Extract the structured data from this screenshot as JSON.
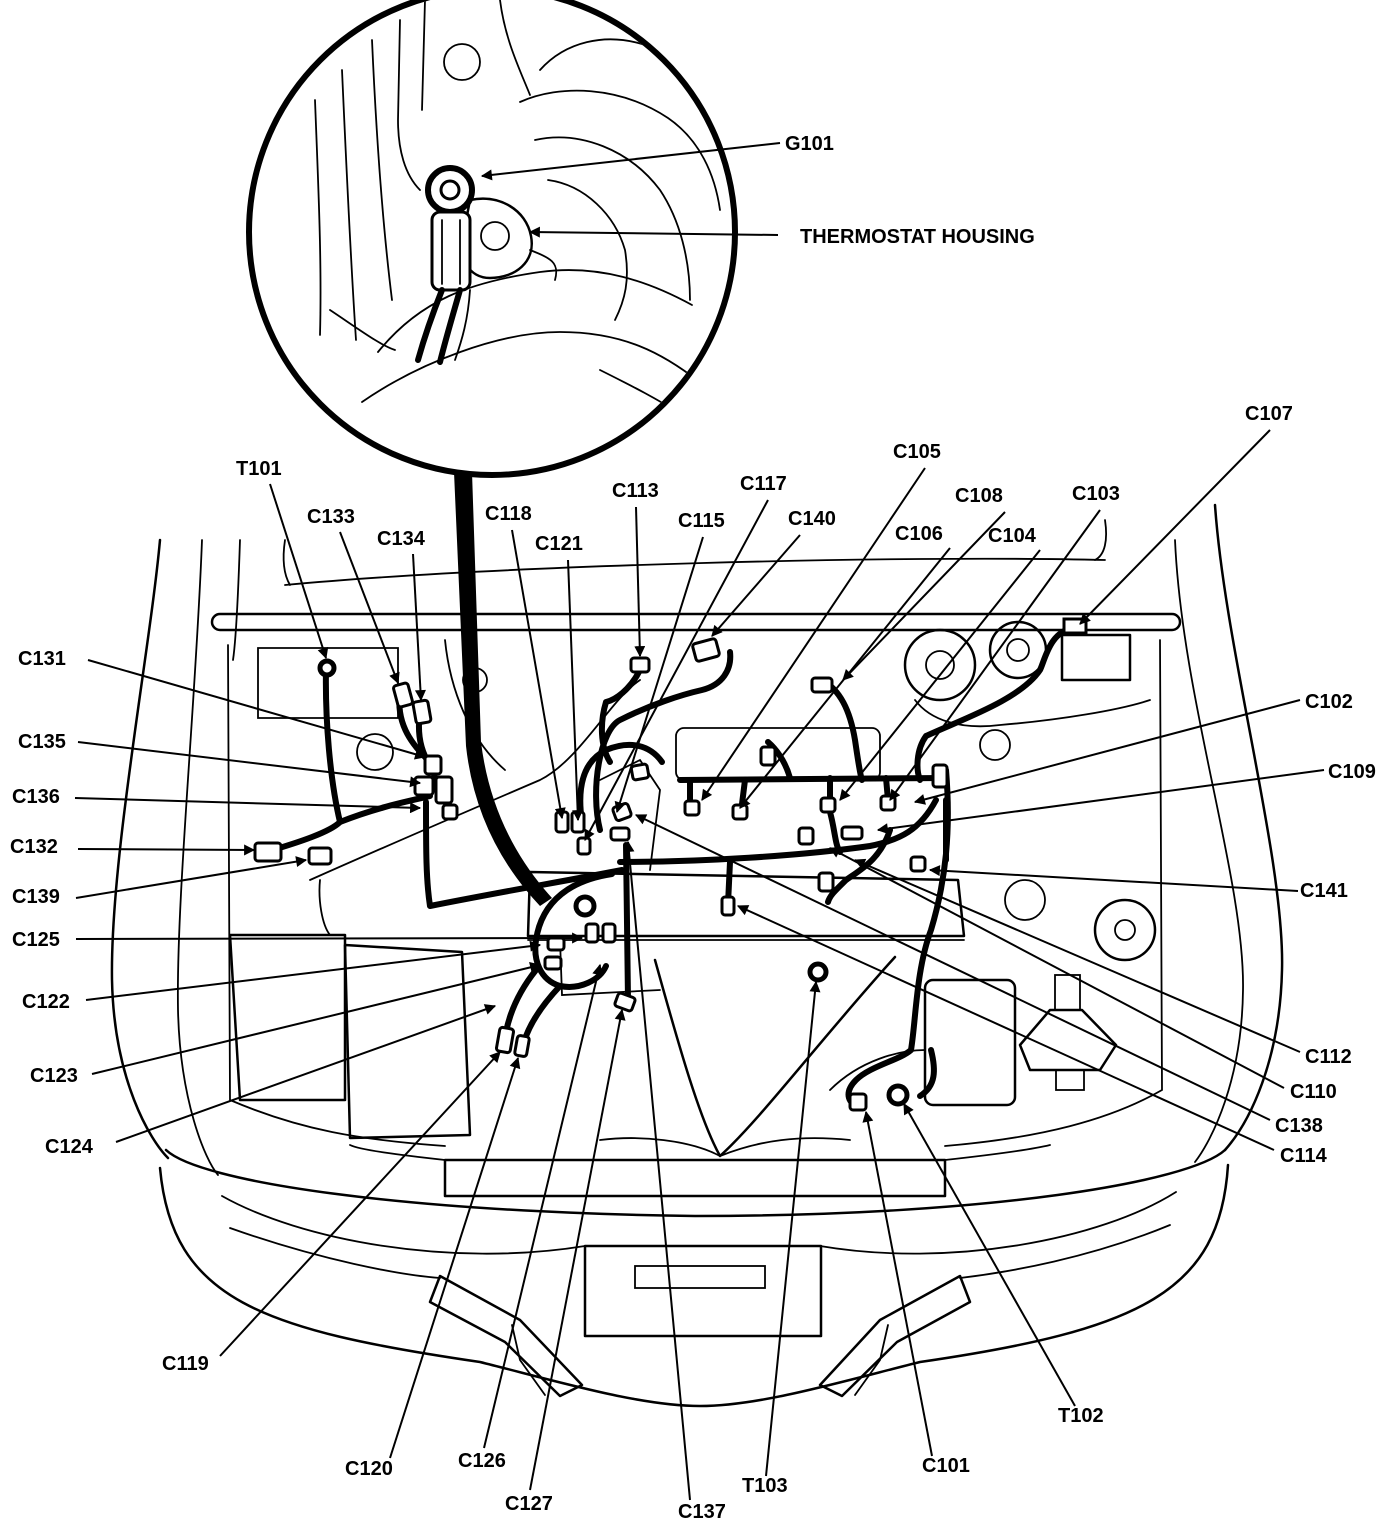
{
  "labels": {
    "g101": "G101",
    "thermostat_housing": "THERMOSTAT HOUSING",
    "t101": "T101",
    "c133": "C133",
    "c134": "C134",
    "c131": "C131",
    "c135": "C135",
    "c136": "C136",
    "c132": "C132",
    "c139": "C139",
    "c125": "C125",
    "c122": "C122",
    "c123": "C123",
    "c124": "C124",
    "c119": "C119",
    "c120": "C120",
    "c126": "C126",
    "c127": "C127",
    "c137": "C137",
    "t103": "T103",
    "c101": "C101",
    "t102": "T102",
    "c114": "C114",
    "c138": "C138",
    "c110": "C110",
    "c112": "C112",
    "c141": "C141",
    "c109": "C109",
    "c102": "C102",
    "c107": "C107",
    "c103": "C103",
    "c104": "C104",
    "c108": "C108",
    "c106": "C106",
    "c105": "C105",
    "c140": "C140",
    "c117": "C117",
    "c115": "C115",
    "c113": "C113",
    "c121": "C121",
    "c118": "C118"
  },
  "colors": {
    "ink": "#000000",
    "paper": "#ffffff"
  }
}
